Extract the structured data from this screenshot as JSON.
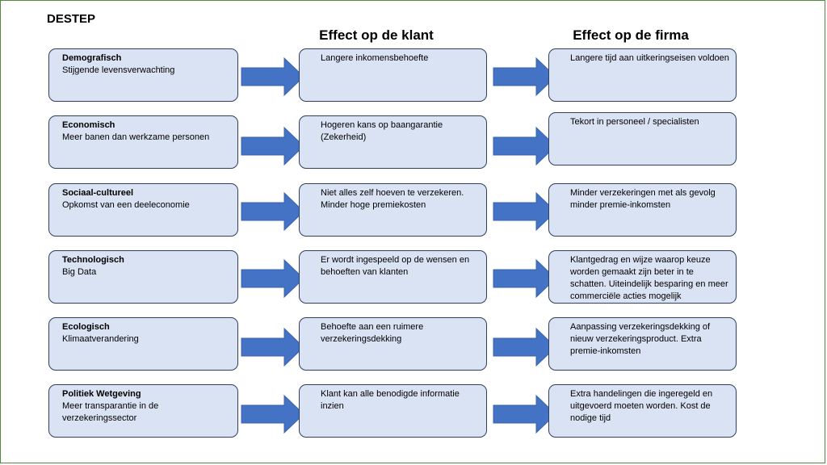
{
  "title": "DESTEP",
  "headers": {
    "klant": "Effect op de klant",
    "firma": "Effect op de firma"
  },
  "rows": [
    {
      "factor": "Demografisch",
      "description": "Stijgende levensverwachting",
      "klant": "Langere inkomensbehoefte",
      "firma": "Langere tijd aan uitkeringseisen voldoen"
    },
    {
      "factor": "Economisch",
      "description": "Meer banen dan werkzame personen",
      "klant": "Hogeren kans op baangarantie (Zekerheid)",
      "firma": "Tekort in personeel / specialisten"
    },
    {
      "factor": "Sociaal-cultureel",
      "description": "Opkomst van een deeleconomie",
      "klant": "Niet alles zelf hoeven te verzekeren.  Minder hoge premiekosten",
      "firma": "Minder verzekeringen met als gevolg minder premie-inkomsten"
    },
    {
      "factor": "Technologisch",
      "description": "Big Data",
      "klant": "Er wordt ingespeeld op de wensen en behoeften van klanten",
      "firma": "Klantgedrag en wijze waarop keuze worden gemaakt zijn beter in te schatten. Uiteindelijk besparing en meer commerciële acties mogelijk"
    },
    {
      "factor": "Ecologisch",
      "description": "Klimaatverandering",
      "klant": "Behoefte aan een ruimere verzekeringsdekking",
      "firma": "Aanpassing verzekeringsdekking of nieuw verzekeringsproduct.  Extra premie-inkomsten"
    },
    {
      "factor": "Politiek Wetgeving",
      "description": "Meer transparantie in de verzekeringssector",
      "klant": "Klant kan alle benodigde informatie inzien",
      "firma": "Extra handelingen die ingeregeld en uitgevoerd moeten worden.  Kost de nodige tijd"
    }
  ],
  "colors": {
    "box_fill": "#dae3f3",
    "box_border": "#2f3f5c",
    "arrow": "#4472c4",
    "frame": "#4f8a3a"
  }
}
